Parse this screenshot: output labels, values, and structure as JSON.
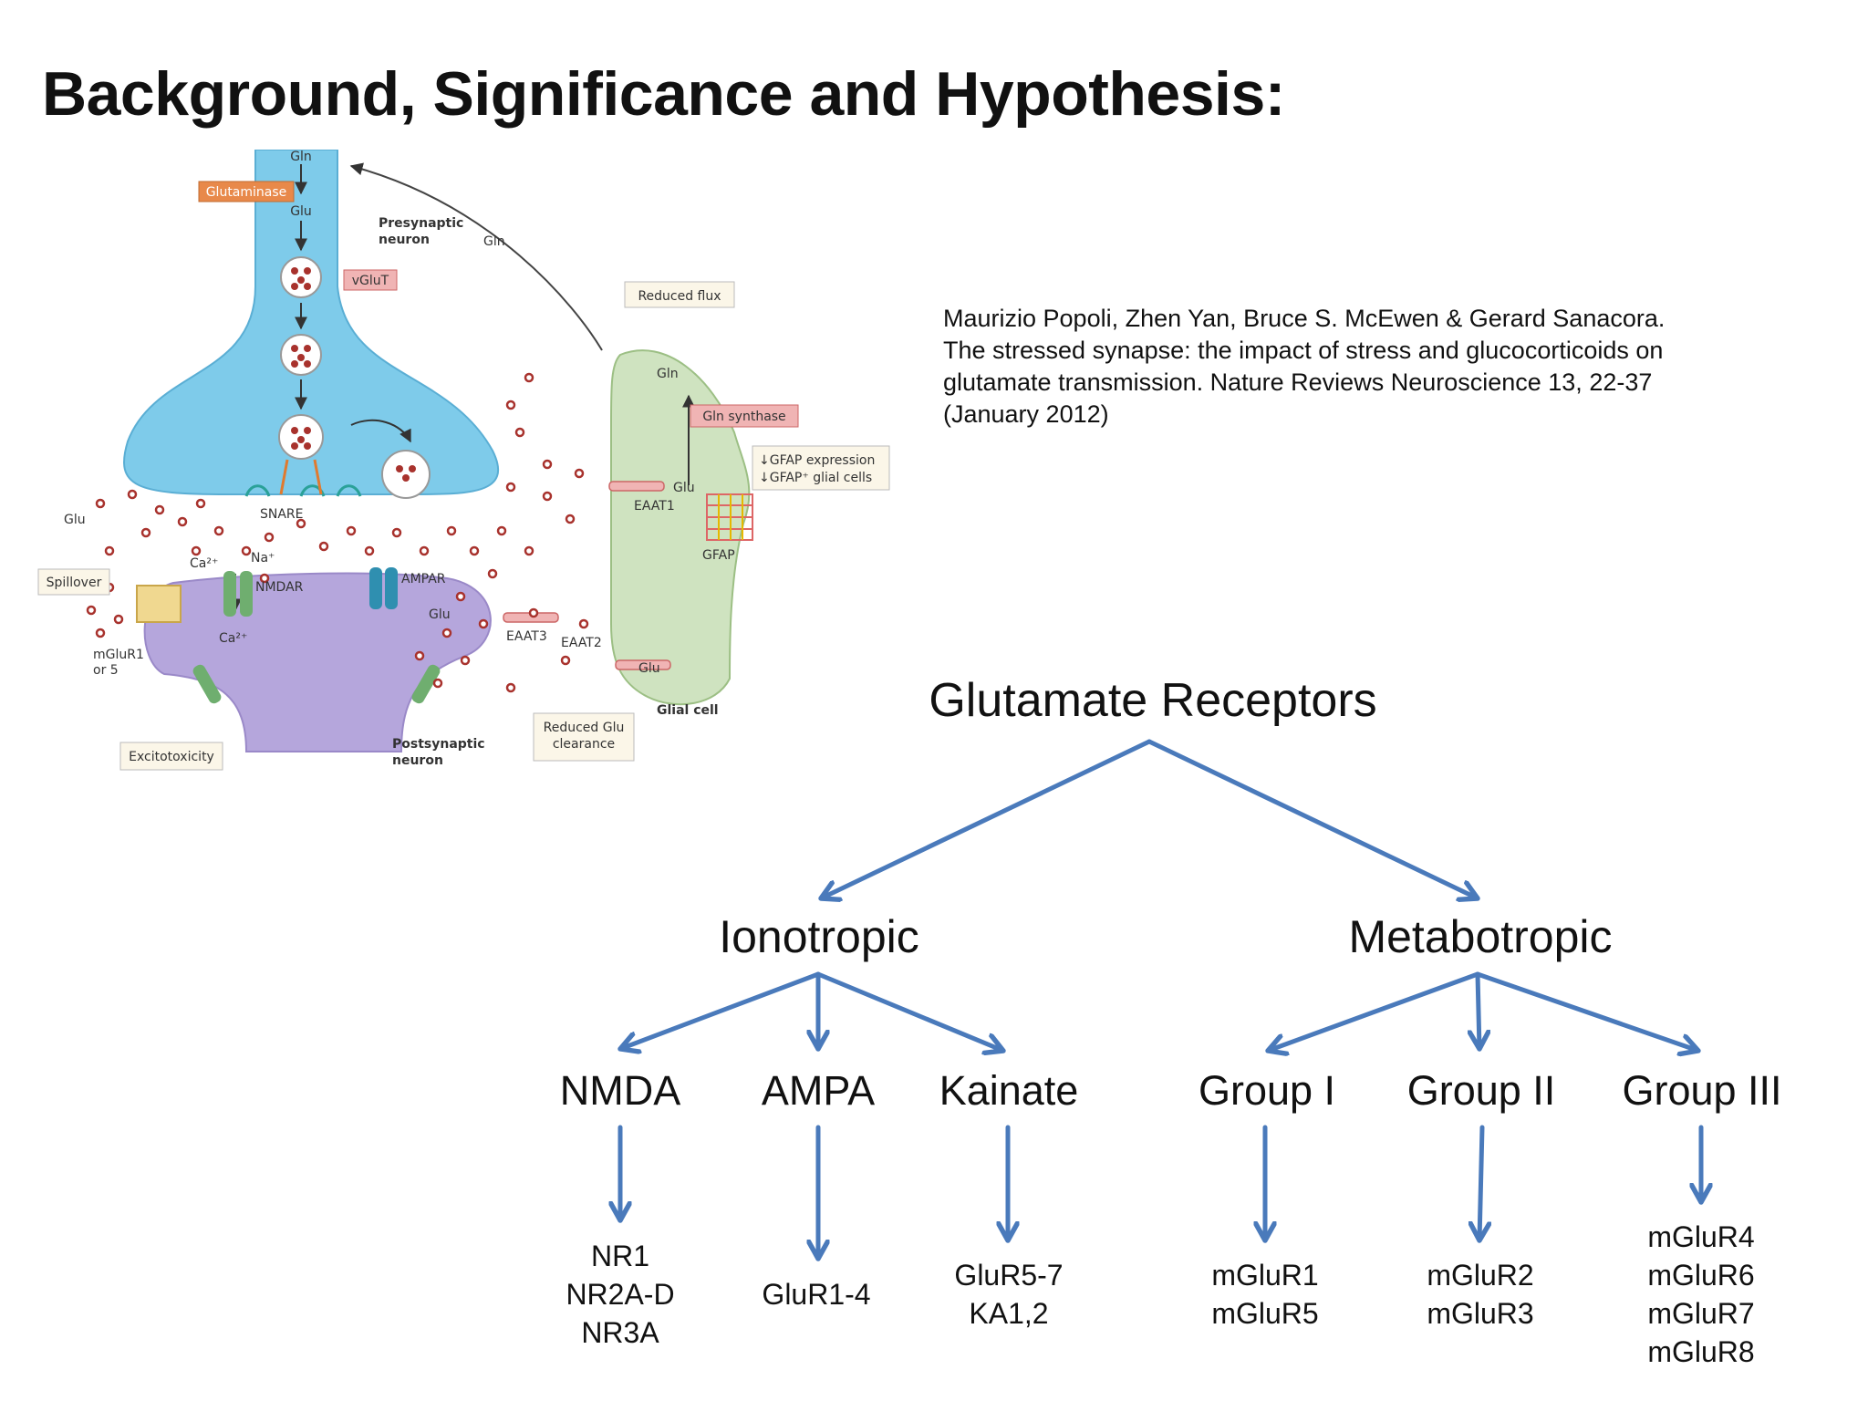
{
  "title": "Background, Significance and Hypothesis:",
  "citation": {
    "lines": [
      "Maurizio Popoli, Zhen Yan, Bruce S. McEwen & Gerard Sanacora.",
      "The stressed synapse: the impact of stress and glucocorticoids on",
      "glutamate transmission.  Nature Reviews Neuroscience 13, 22-37",
      "(January 2012)"
    ]
  },
  "synapse_figure": {
    "gln_top": "Gln",
    "glutaminase": "Glutaminase",
    "glu_top": "Glu",
    "presynaptic_1": "Presynaptic",
    "presynaptic_2": "neuron",
    "gln_arc": "Gln",
    "vglut": "vGluT",
    "reduced_flux": "Reduced flux",
    "gln_glial": "Gln",
    "gln_synthase": "Gln synthase",
    "gfap_expression": "↓GFAP expression",
    "gfap_cells": "↓GFAP⁺ glial cells",
    "glu_left": "Glu",
    "snare": "SNARE",
    "ca": "Ca²⁺",
    "na": "Na⁺",
    "ca2": "Ca²⁺",
    "spillover": "Spillover",
    "nmdar": "NMDAR",
    "ampar": "AMPAR",
    "glu_eaat3": "Glu",
    "eaat3": "EAAT3",
    "eaat2": "EAAT2",
    "glu_eaat2": "Glu",
    "eaat1": "EAAT1",
    "glu_eaat1": "Glu",
    "gfap": "GFAP",
    "mglur_1": "mGluR1",
    "mglur_2": "or 5",
    "excitotoxicity": "Excitotoxicity",
    "postsynaptic_1": "Postsynaptic",
    "postsynaptic_2": "neuron",
    "reduced_glu_1": "Reduced Glu",
    "reduced_glu_2": "clearance",
    "glial_cell": "Glial cell"
  },
  "receptor_tree": {
    "root": "Glutamate Receptors",
    "branches": [
      {
        "name": "Ionotropic",
        "children": [
          {
            "name": "NMDA",
            "subunits": [
              "NR1",
              "NR2A-D",
              "NR3A"
            ]
          },
          {
            "name": "AMPA",
            "subunits": [
              "GluR1-4"
            ]
          },
          {
            "name": "Kainate",
            "subunits": [
              "GluR5-7",
              "KA1,2"
            ]
          }
        ]
      },
      {
        "name": "Metabotropic",
        "children": [
          {
            "name": "Group I",
            "subunits": [
              "mGluR1",
              "mGluR5"
            ]
          },
          {
            "name": "Group II",
            "subunits": [
              "mGluR2",
              "mGluR3"
            ]
          },
          {
            "name": "Group III",
            "subunits": [
              "mGluR4",
              "mGluR6",
              "mGluR7",
              "mGluR8"
            ]
          }
        ]
      }
    ]
  },
  "colors": {
    "arrow": "#4a7abb",
    "presynaptic": "#7ecbea",
    "postsynaptic": "#b5a6dc",
    "glial": "#cfe3c0",
    "label_orange": "#e8894a",
    "label_pink": "#f0b4b4",
    "glu_dot": "#a8322d"
  }
}
